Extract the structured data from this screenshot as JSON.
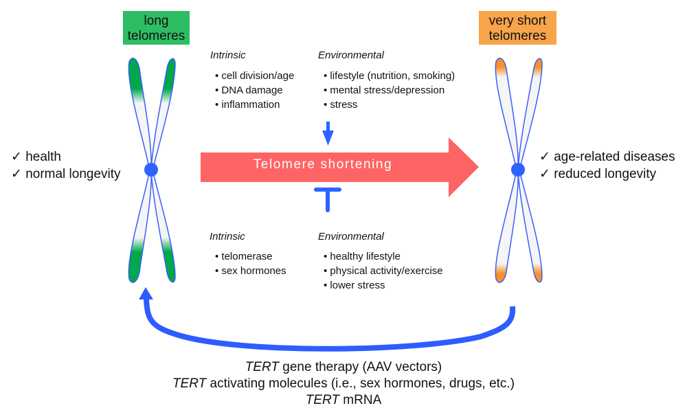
{
  "colors": {
    "long_box": "#2ebd63",
    "short_box": "#f7a44a",
    "telomere_long": "#00a84a",
    "telomere_short": "#f7922a",
    "chromosome_fill": "#f5f5f5",
    "chromosome_outline": "#3b5cff",
    "centromere": "#2d63ff",
    "shortening_arrow": "#ff6464",
    "feedback_arrow": "#2d5cff"
  },
  "left_state": {
    "label": [
      "long",
      "telomeres"
    ],
    "outcomes": [
      "health",
      "normal longevity"
    ]
  },
  "right_state": {
    "label": [
      "very short",
      "telomeres"
    ],
    "outcomes": [
      "age-related diseases",
      "reduced longevity"
    ]
  },
  "main_arrow": {
    "label": "Telomere shortening"
  },
  "promoters": {
    "intrinsic": {
      "title": "Intrinsic",
      "items": [
        "cell division/age",
        "DNA damage",
        "inflammation"
      ]
    },
    "environmental": {
      "title": "Environmental",
      "items": [
        "lifestyle (nutrition, smoking)",
        "mental stress/depression",
        "stress"
      ]
    }
  },
  "inhibitors": {
    "intrinsic": {
      "title": "Intrinsic",
      "items": [
        "telomerase",
        "sex hormones"
      ]
    },
    "environmental": {
      "title": "Environmental",
      "items": [
        "healthy lifestyle",
        "physical activity/exercise",
        "lower stress"
      ]
    }
  },
  "therapies": [
    {
      "gene": "TERT",
      "text": " gene therapy (AAV vectors)"
    },
    {
      "gene": "TERT",
      "text": " activating molecules (i.e., sex hormones, drugs, etc.)"
    },
    {
      "gene": "TERT",
      "text": " mRNA"
    }
  ]
}
